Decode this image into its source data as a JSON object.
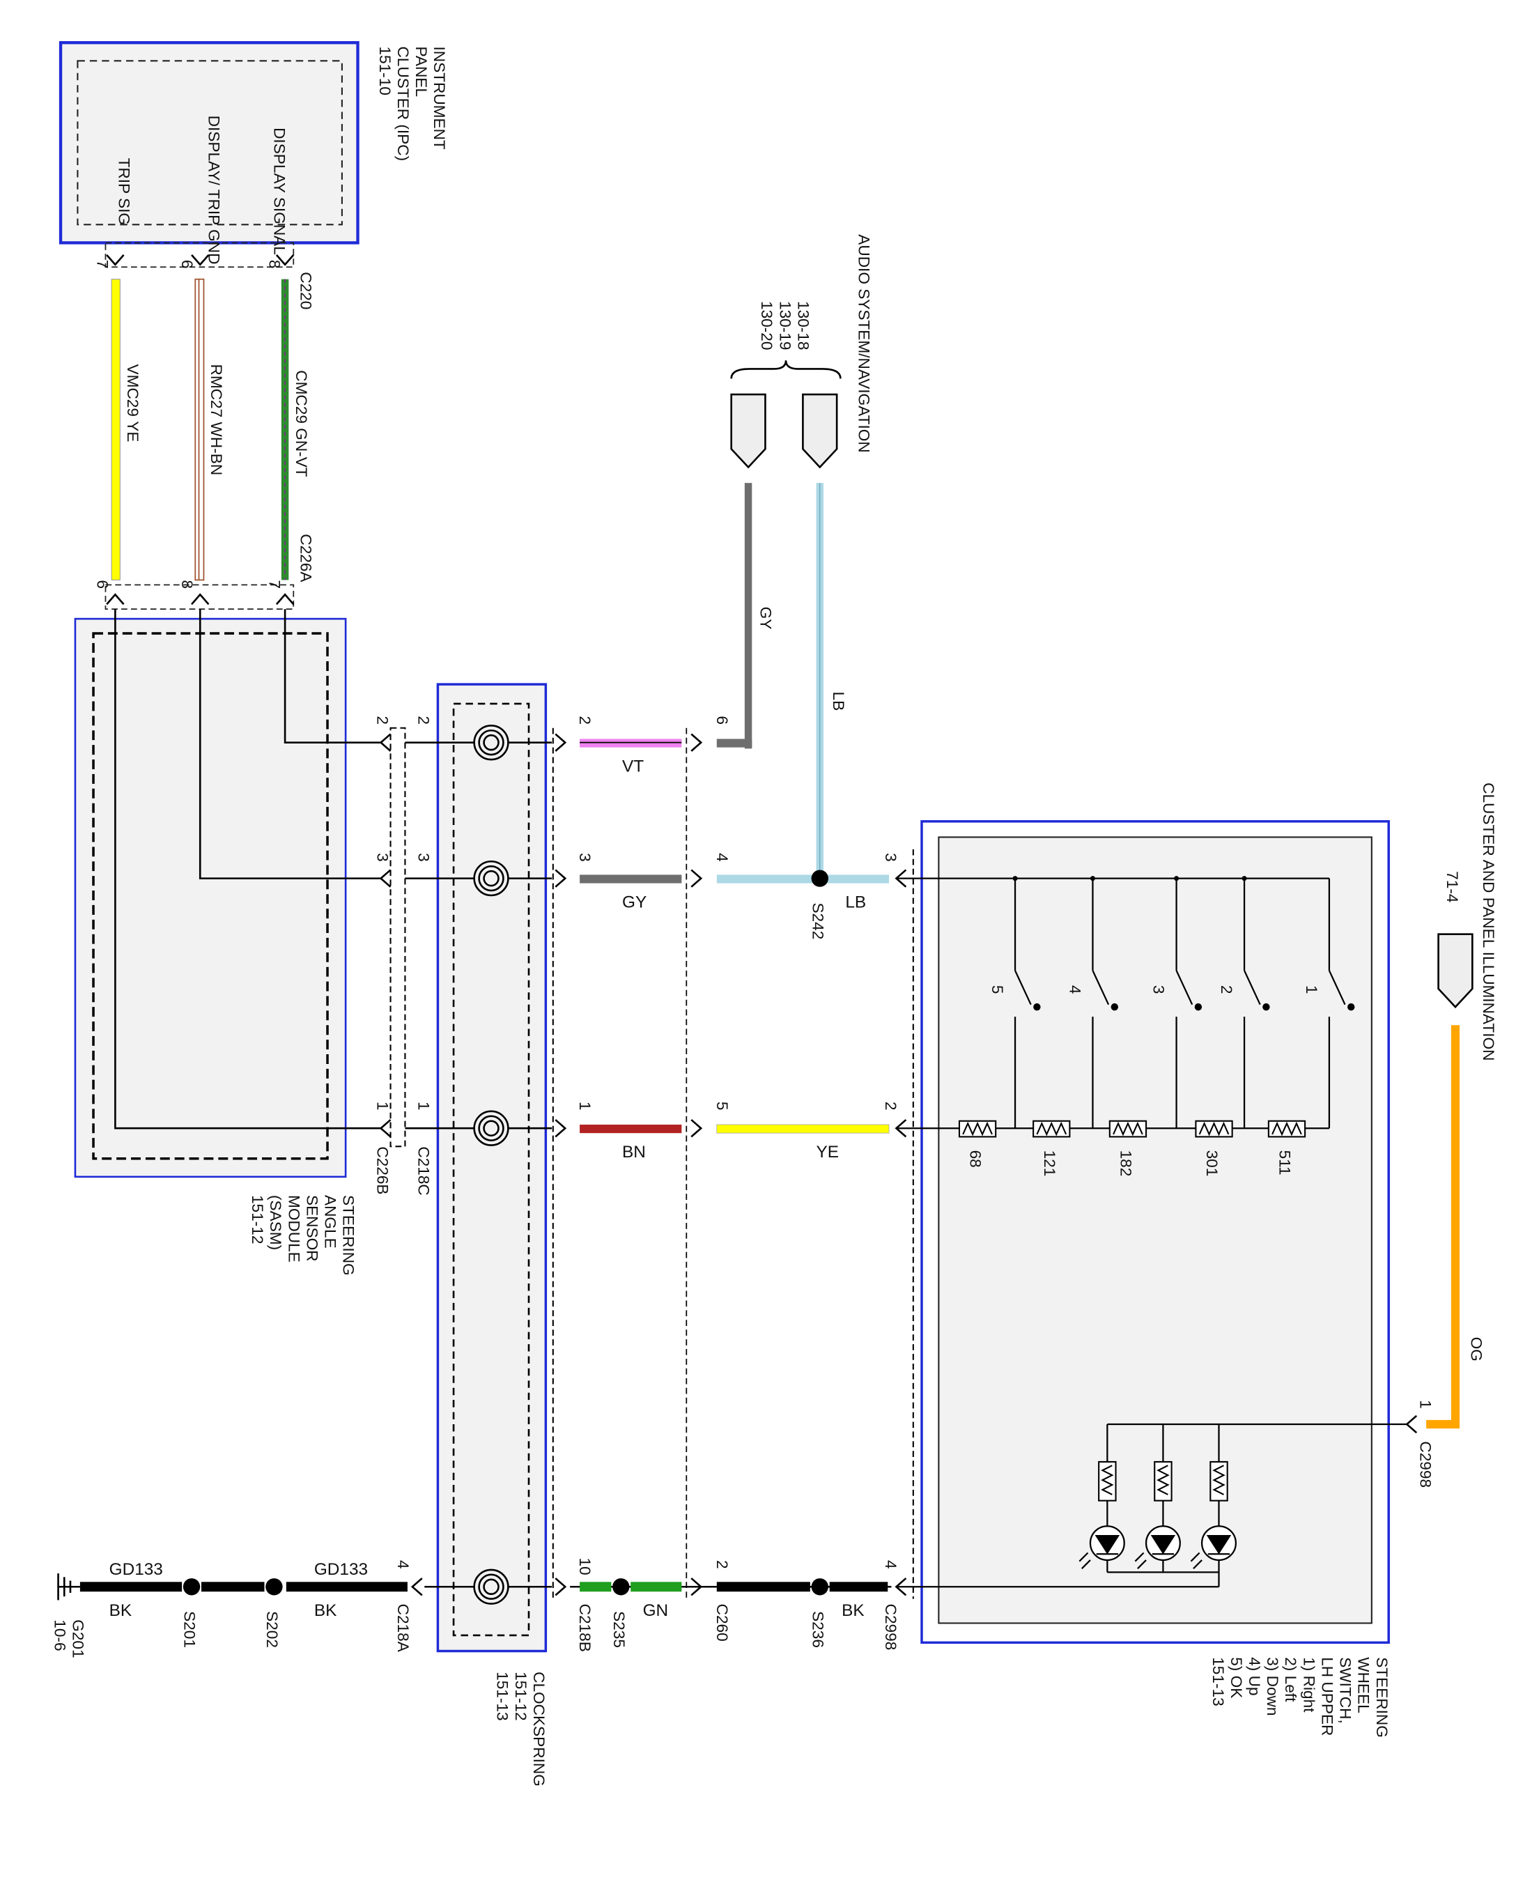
{
  "components": {
    "ipc": {
      "lines": [
        "INSTRUMENT",
        "PANEL",
        "CLUSTER (IPC)",
        "151-10"
      ],
      "pins": [
        "DISPLAY SIGNAL",
        "DISPLAY/ TRIP GND",
        "TRIP SIG"
      ]
    },
    "sasm": {
      "lines": [
        "STEERING",
        "ANGLE",
        "SENSOR",
        "MODULE",
        "(SASM)",
        "151-12"
      ]
    },
    "clockspring": {
      "lines": [
        "CLOCKSPRING",
        "151-12",
        "151-13"
      ]
    },
    "switch": {
      "lines": [
        "STEERING",
        "WHEEL",
        "SWITCH,",
        "LH UPPER",
        "1) Right",
        "2) Left",
        "3) Down",
        "4) Up",
        "5) OK",
        "151-13"
      ]
    },
    "audio": {
      "title": "AUDIO SYSTEM/NAVIGATION",
      "refs": [
        "130-18",
        "130-19",
        "130-20"
      ]
    },
    "illumination": {
      "title": "CLUSTER AND PANEL ILLUMINATION",
      "ref": "71-4"
    },
    "ground": {
      "name": "G201",
      "ref": "10-6"
    }
  },
  "connectors": {
    "c220": "C220",
    "c226a": "C226A",
    "c226b": "C226B",
    "c218c": "C218C",
    "c218a": "C218A",
    "c218b": "C218B",
    "c260": "C260",
    "c2998_bottom": "C2998",
    "c2998_top": "C2998"
  },
  "splices": {
    "s242": "S242",
    "s235": "S235",
    "s236": "S236",
    "s201": "S201",
    "s202": "S202"
  },
  "circuits": {
    "cmc29": "CMC29",
    "rmc27": "RMC27",
    "vmc29": "VMC29",
    "gd133_a": "GD133",
    "gd133_b": "GD133"
  },
  "wire_colors": {
    "gnvt": "GN-VT",
    "whbn": "WH-BN",
    "ye_ipc": "YE",
    "gy_audio": "GY",
    "lb_audio": "LB",
    "vt": "VT",
    "gy_mid": "GY",
    "bn": "BN",
    "lb_sw": "LB",
    "ye_sw": "YE",
    "gn": "GN",
    "bk_sw": "BK",
    "bk_gnd1": "BK",
    "bk_gnd2": "BK",
    "og": "OG"
  },
  "pins": {
    "c220": [
      "8",
      "6",
      "7"
    ],
    "c226a": [
      "7",
      "8",
      "6"
    ],
    "c226b": [
      "2",
      "3",
      "1"
    ],
    "c218c": [
      "2",
      "3",
      "1"
    ],
    "c218b": [
      "2",
      "3",
      "1",
      "10"
    ],
    "c218a": "4",
    "audio": [
      "6",
      "4",
      "5"
    ],
    "c260": "2",
    "switch": [
      "3",
      "2",
      "4"
    ],
    "c2998_top": "1"
  },
  "switch_numbers": [
    "5",
    "4",
    "3",
    "2",
    "1"
  ],
  "resistor_values": [
    "68",
    "121",
    "182",
    "301",
    "511"
  ],
  "colors": {
    "box_border": "#1f2bd6",
    "wire_gnvt": "#2e8b2e",
    "wire_ye": "#ffff00",
    "wire_vt": "#ee82ee",
    "wire_gy": "#6e6e6e",
    "wire_bn": "#b22222",
    "wire_lb": "#add8e6",
    "wire_gn": "#1f9e1f",
    "wire_og": "#ffa500",
    "wire_bk": "#000000"
  }
}
